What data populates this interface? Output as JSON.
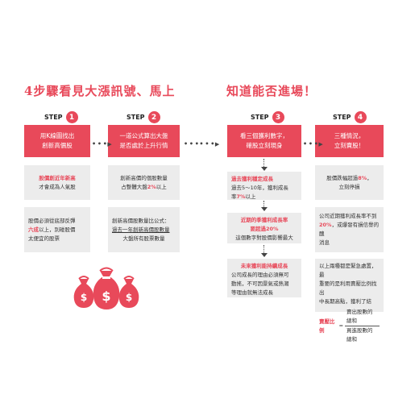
{
  "headings": {
    "left": "4步驟看見大漲訊號、馬上",
    "right": "知道能否進場！"
  },
  "steps": [
    {
      "label": "STEP",
      "number": "1",
      "title_lines": [
        "用K線圖找出",
        "創新高價股"
      ]
    },
    {
      "label": "STEP",
      "number": "2",
      "title_lines": [
        "一道公式算出大盤",
        "是否處於上升行情"
      ]
    },
    {
      "label": "STEP",
      "number": "3",
      "title_lines": [
        "看三個獲利數字，",
        "確股立刻現身"
      ]
    },
    {
      "label": "STEP",
      "number": "4",
      "title_lines": [
        "三種情況，",
        "立刻賣股！"
      ]
    }
  ],
  "col1": {
    "box1": {
      "line1_red": "股價創近年新高",
      "line2": "才會成為人氣股"
    },
    "box2": {
      "line1": "股價必須從底部反彈",
      "line2_red": "六成",
      "line2_rest": "以上，別碰股價",
      "line3": "太便宜的股票"
    }
  },
  "col2": {
    "box1": {
      "line1": "創新高價的個股數量",
      "line2_pre": "占整體大盤",
      "line2_red": "2%",
      "line2_post": "以上"
    },
    "box2": {
      "line1": "創新高價股數量比公式：",
      "line2": "過去一年創新高價股數量",
      "line3": "大盤所有股票數量"
    }
  },
  "col3": {
    "box1": {
      "line1_red": "過去獲利穩定成長",
      "line2": "過去5～10年，獲利成長",
      "line3_pre": "率",
      "line3_red": "7%",
      "line3_post": "以上"
    },
    "box2": {
      "line1_red": "近期的季獲利成長率",
      "line2_pre": "要超過",
      "line2_red": "20%",
      "line3": "這個數字對股價影響最大"
    },
    "box3": {
      "line1_red": "未來獲利能持續成長",
      "line2": "公司成長的理由必須無可",
      "line3": "動搖，不可因景氣或熱潮",
      "line4": "等理由就無法成長"
    }
  },
  "col4": {
    "box1": {
      "line1_pre": "股價跌幅超過",
      "line1_red": "8%",
      "line1_post": "，",
      "line2": "立刻停損"
    },
    "box2": {
      "line1": "公司近期獲利成長率不到",
      "line2_red": "20%",
      "line2_rest": "，或爆發有損信譽的醜",
      "line3": "消息"
    },
    "box3": {
      "line1": "以上兩種都是緊急處置，最",
      "line2": "重要的是利用賣壓比例找出",
      "line3": "中長期高點，獲利了結",
      "ratio_label": "賣壓比例",
      "ratio_eq": "=",
      "ratio_num": "賣出股數的總和",
      "ratio_den": "買進股數的總和"
    }
  },
  "arrows": {
    "dots": "• • •",
    "head": "▶"
  },
  "icon": {
    "name": "money-bags-icon",
    "symbol": "$",
    "color": "#e8495a"
  },
  "colors": {
    "accent": "#e8495a",
    "grey": "#ececec"
  }
}
